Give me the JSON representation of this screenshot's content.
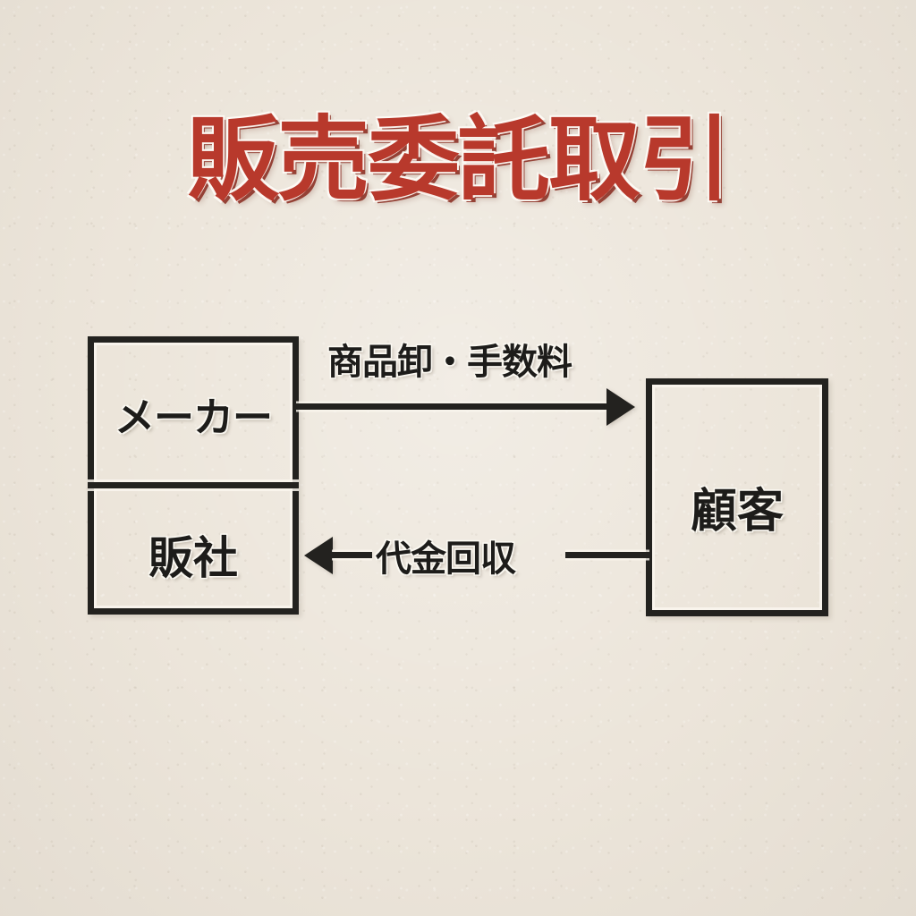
{
  "page": {
    "title": "販売委託取引",
    "background_color": "#ece5da",
    "title_color": "#b8392c",
    "ink_color": "#23221f"
  },
  "diagram": {
    "type": "flow-diagram",
    "nodes": [
      {
        "id": "maker",
        "label": "メーカー"
      },
      {
        "id": "sales",
        "label": "販社"
      },
      {
        "id": "customer",
        "label": "顧客"
      }
    ],
    "edges": [
      {
        "id": "edge-top",
        "label": "商品卸・手数料",
        "from": "maker",
        "to": "customer",
        "direction": "right",
        "arrowhead": "arrowhead-right-icon"
      },
      {
        "id": "edge-bottom",
        "label": "代金回収",
        "from": "customer",
        "to": "sales",
        "direction": "left",
        "arrowhead": "arrowhead-left-icon"
      }
    ]
  }
}
